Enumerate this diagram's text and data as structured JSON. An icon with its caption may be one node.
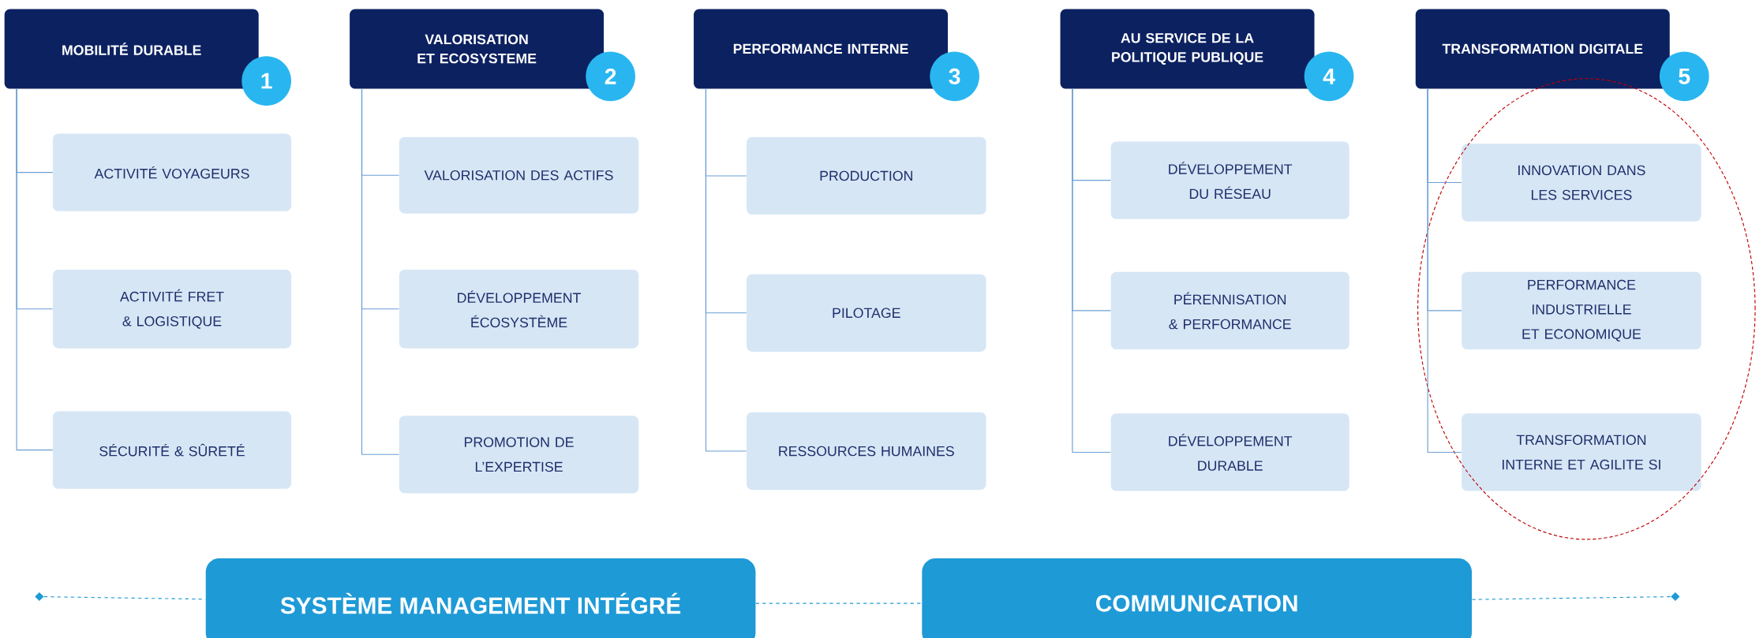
{
  "diagram": {
    "nodes": [
      {
        "text": [
          "MOBILITÉ DURABLE"
        ]
      },
      {
        "text": [
          "1"
        ]
      },
      {
        "text": [
          "ACTIVITÉ VOYAGEURS"
        ]
      },
      {
        "text": [
          "ACTIVITÉ FRET & LOGISTIQUE"
        ]
      },
      {
        "text": [
          "SÉCURITÉ & SÛRETÉ"
        ]
      },
      {
        "text": [
          "VALORISATION ET ECOSYSTEME"
        ]
      },
      {
        "text": [
          "2"
        ]
      },
      {
        "text": [
          "VALORISATION DES ACTIFS"
        ]
      },
      {
        "text": [
          "DÉVELOPPEMENT ÉCOSYSTÈME"
        ]
      },
      {
        "text": [
          "PROMOTION DE L’EXPERTISE"
        ]
      },
      {
        "text": [
          "PERFORMANCE INTERNE"
        ]
      },
      {
        "text": [
          "3"
        ]
      },
      {
        "text": [
          "PRODUCTION"
        ]
      },
      {
        "text": [
          "PILOTAGE"
        ]
      },
      {
        "text": [
          "RESSOURCES HUMAINES"
        ]
      },
      {
        "text": [
          "AU SERVICE DE LA POLITIQUE PUBLIQUE"
        ]
      },
      {
        "text": [
          "4"
        ]
      },
      {
        "text": [
          "DÉVELOPPEMENT DU RÉSEAU"
        ]
      },
      {
        "text": [
          "PÉRENNISATION & PERFORMANCE"
        ]
      },
      {
        "text": [
          "DÉVELOPPEMENT DURABLE"
        ]
      },
      {
        "text": [
          "TRANSFORMATION DIGITALE"
        ]
      },
      {
        "text": [
          "5"
        ]
      },
      {
        "text": [
          "INNOVATION DANS LES SERVICES"
        ]
      },
      {
        "text": [
          "PERFORMANCE INDUSTRIELLE ET ECONOMIQUE"
        ]
      },
      {
        "text": [
          "TRANSFORMATION INTERNE ET AGILITE SI"
        ]
      },
      {
        "text": [],
        "shape": "diamond"
      },
      {
        "text": [
          "SYSTÈME MANAGEMENT INTÉGRÉ"
        ]
      },
      {
        "text": [
          "COMMUNICATION"
        ]
      },
      {
        "text": [],
        "shape": "diamond"
      }
    ],
    "edges": [
      {
        "from": 0,
        "to": 2,
        "arrow": "none"
      },
      {
        "from": 0,
        "to": 3,
        "arrow": "none"
      },
      {
        "from": 0,
        "to": 4,
        "arrow": "none"
      },
      {
        "from": 5,
        "to": 7,
        "arrow": "none"
      },
      {
        "from": 5,
        "to": 8,
        "arrow": "none"
      },
      {
        "from": 5,
        "to": 9,
        "arrow": "none"
      },
      {
        "from": 10,
        "to": 12,
        "arrow": "none"
      },
      {
        "from": 10,
        "to": 13,
        "arrow": "none"
      },
      {
        "from": 10,
        "to": 14,
        "arrow": "none"
      },
      {
        "from": 15,
        "to": 17,
        "arrow": "none"
      },
      {
        "from": 15,
        "to": 18,
        "arrow": "none"
      },
      {
        "from": 15,
        "to": 19,
        "arrow": "none"
      },
      {
        "from": 20,
        "to": 22,
        "arrow": "none"
      },
      {
        "from": 20,
        "to": 23,
        "arrow": "none"
      },
      {
        "from": 20,
        "to": 24,
        "arrow": "none"
      },
      {
        "from": 25,
        "to": 26,
        "arrow": "none",
        "style": "dashed",
        "color": "#1e9ad6"
      },
      {
        "from": 26,
        "to": 27,
        "arrow": "none",
        "style": "dashed",
        "color": "#1e9ad6"
      },
      {
        "from": 27,
        "to": 28,
        "arrow": "none",
        "style": "dashed",
        "color": "#1e9ad6"
      }
    ]
  }
}
